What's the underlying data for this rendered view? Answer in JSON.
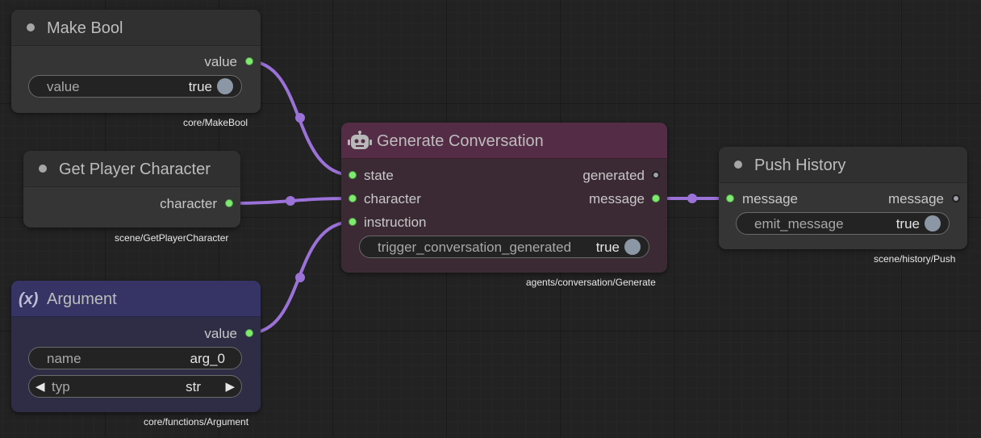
{
  "nodes": {
    "make_bool": {
      "title": "Make Bool",
      "output": "value",
      "widget_label": "value",
      "widget_value": "true",
      "path": "core/MakeBool"
    },
    "get_player": {
      "title": "Get Player Character",
      "output": "character",
      "path": "scene/GetPlayerCharacter"
    },
    "argument": {
      "icon_text": "(x)",
      "title": "Argument",
      "output": "value",
      "name_label": "name",
      "name_value": "arg_0",
      "typ_label": "typ",
      "typ_value": "str",
      "path": "core/functions/Argument"
    },
    "generate": {
      "title": "Generate Conversation",
      "inputs": [
        "state",
        "character",
        "instruction"
      ],
      "outputs": [
        "generated",
        "message"
      ],
      "widget_label": "trigger_conversation_generated",
      "widget_value": "true",
      "path": "agents/conversation/Generate"
    },
    "push_history": {
      "title": "Push History",
      "input": "message",
      "output": "message",
      "widget_label": "emit_message",
      "widget_value": "true",
      "path": "scene/history/Push"
    }
  },
  "colors": {
    "link": "#9b72d8",
    "slot_connected": "#7eea70",
    "slot_free": "#9e9ea8"
  },
  "icons": {
    "generate_header": "robot-icon",
    "argument_header": "variable-x-icon",
    "typ_prev": "triangle-left-icon",
    "typ_next": "triangle-right-icon"
  }
}
